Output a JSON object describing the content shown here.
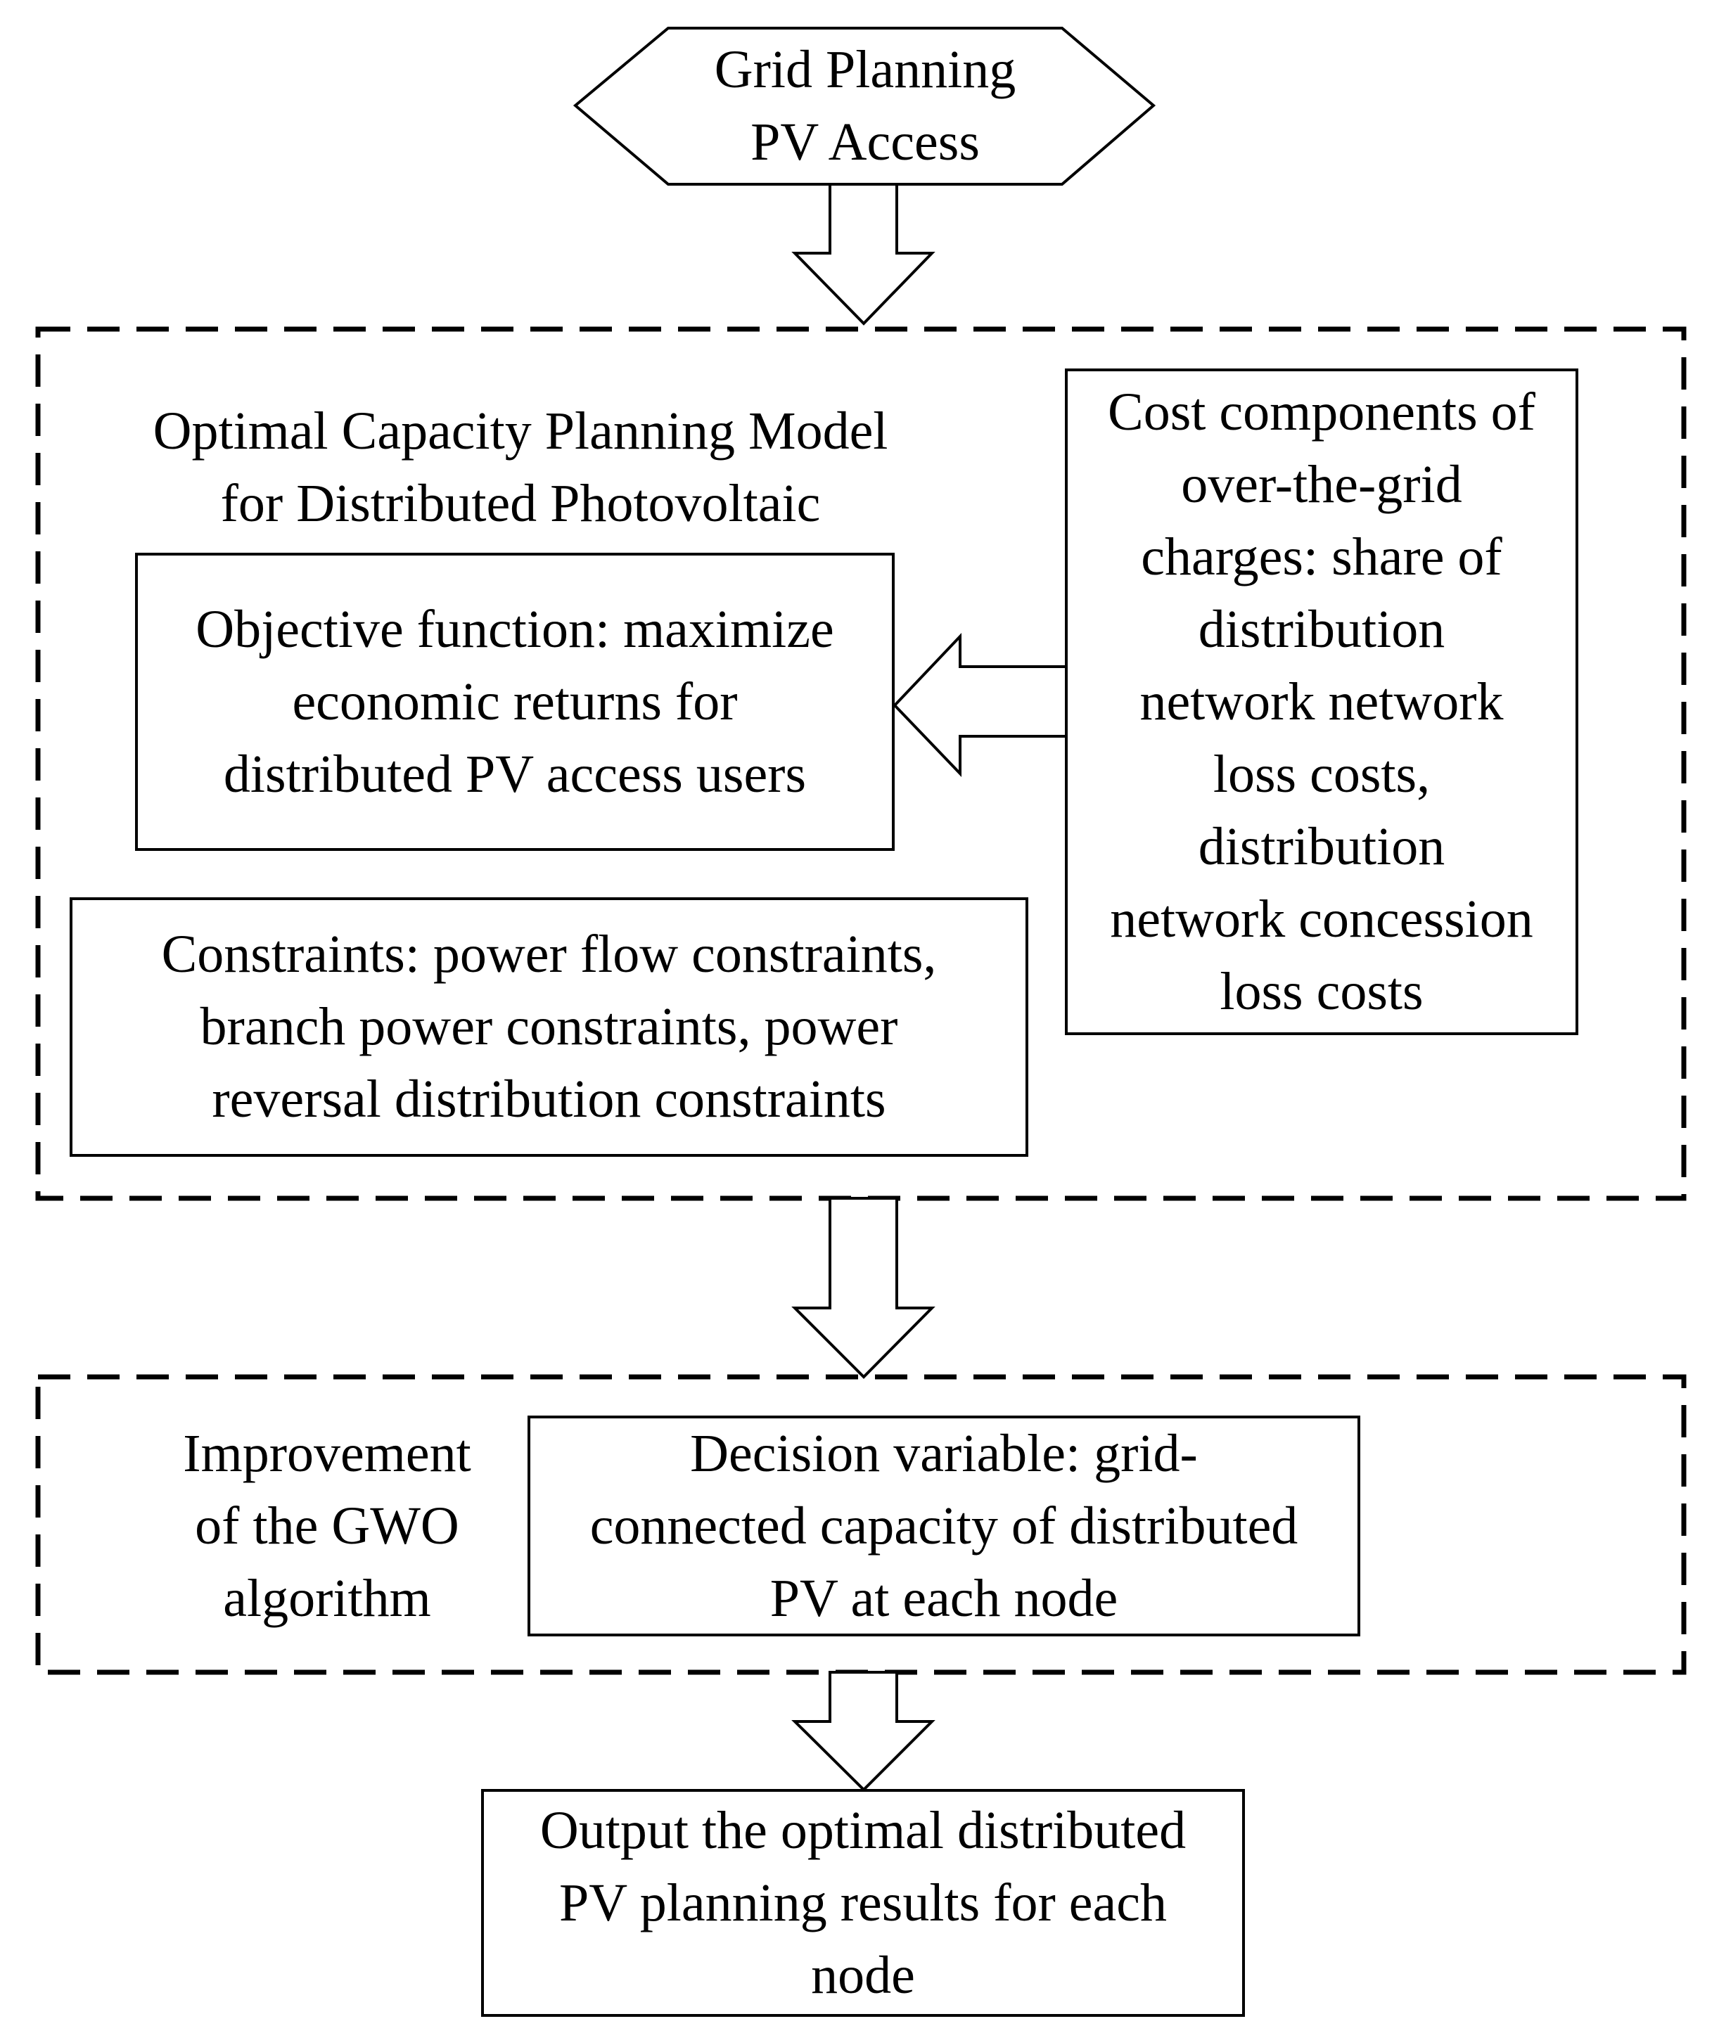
{
  "start": {
    "lines": [
      "Grid Planning",
      "PV Access"
    ]
  },
  "model": {
    "title_lines": [
      "Optimal Capacity Planning Model",
      "for Distributed Photovoltaic"
    ],
    "objective_lines": [
      "Objective function: maximize",
      "economic returns for",
      "distributed PV access users"
    ],
    "constraints_lines": [
      "Constraints: power flow constraints,",
      "branch power constraints, power",
      "reversal distribution constraints"
    ],
    "cost_lines": [
      "Cost components of",
      "over-the-grid",
      "charges: share of",
      "distribution",
      "network network",
      "loss costs,",
      "distribution",
      "network concession",
      "loss costs"
    ]
  },
  "algorithm": {
    "label_lines": [
      "Improvement",
      "of the GWO",
      "algorithm"
    ],
    "decision_lines": [
      "Decision variable: grid-",
      "connected capacity of distributed",
      "PV at each node"
    ]
  },
  "output": {
    "lines": [
      "Output the optimal distributed",
      "PV planning results for each",
      "node"
    ]
  }
}
